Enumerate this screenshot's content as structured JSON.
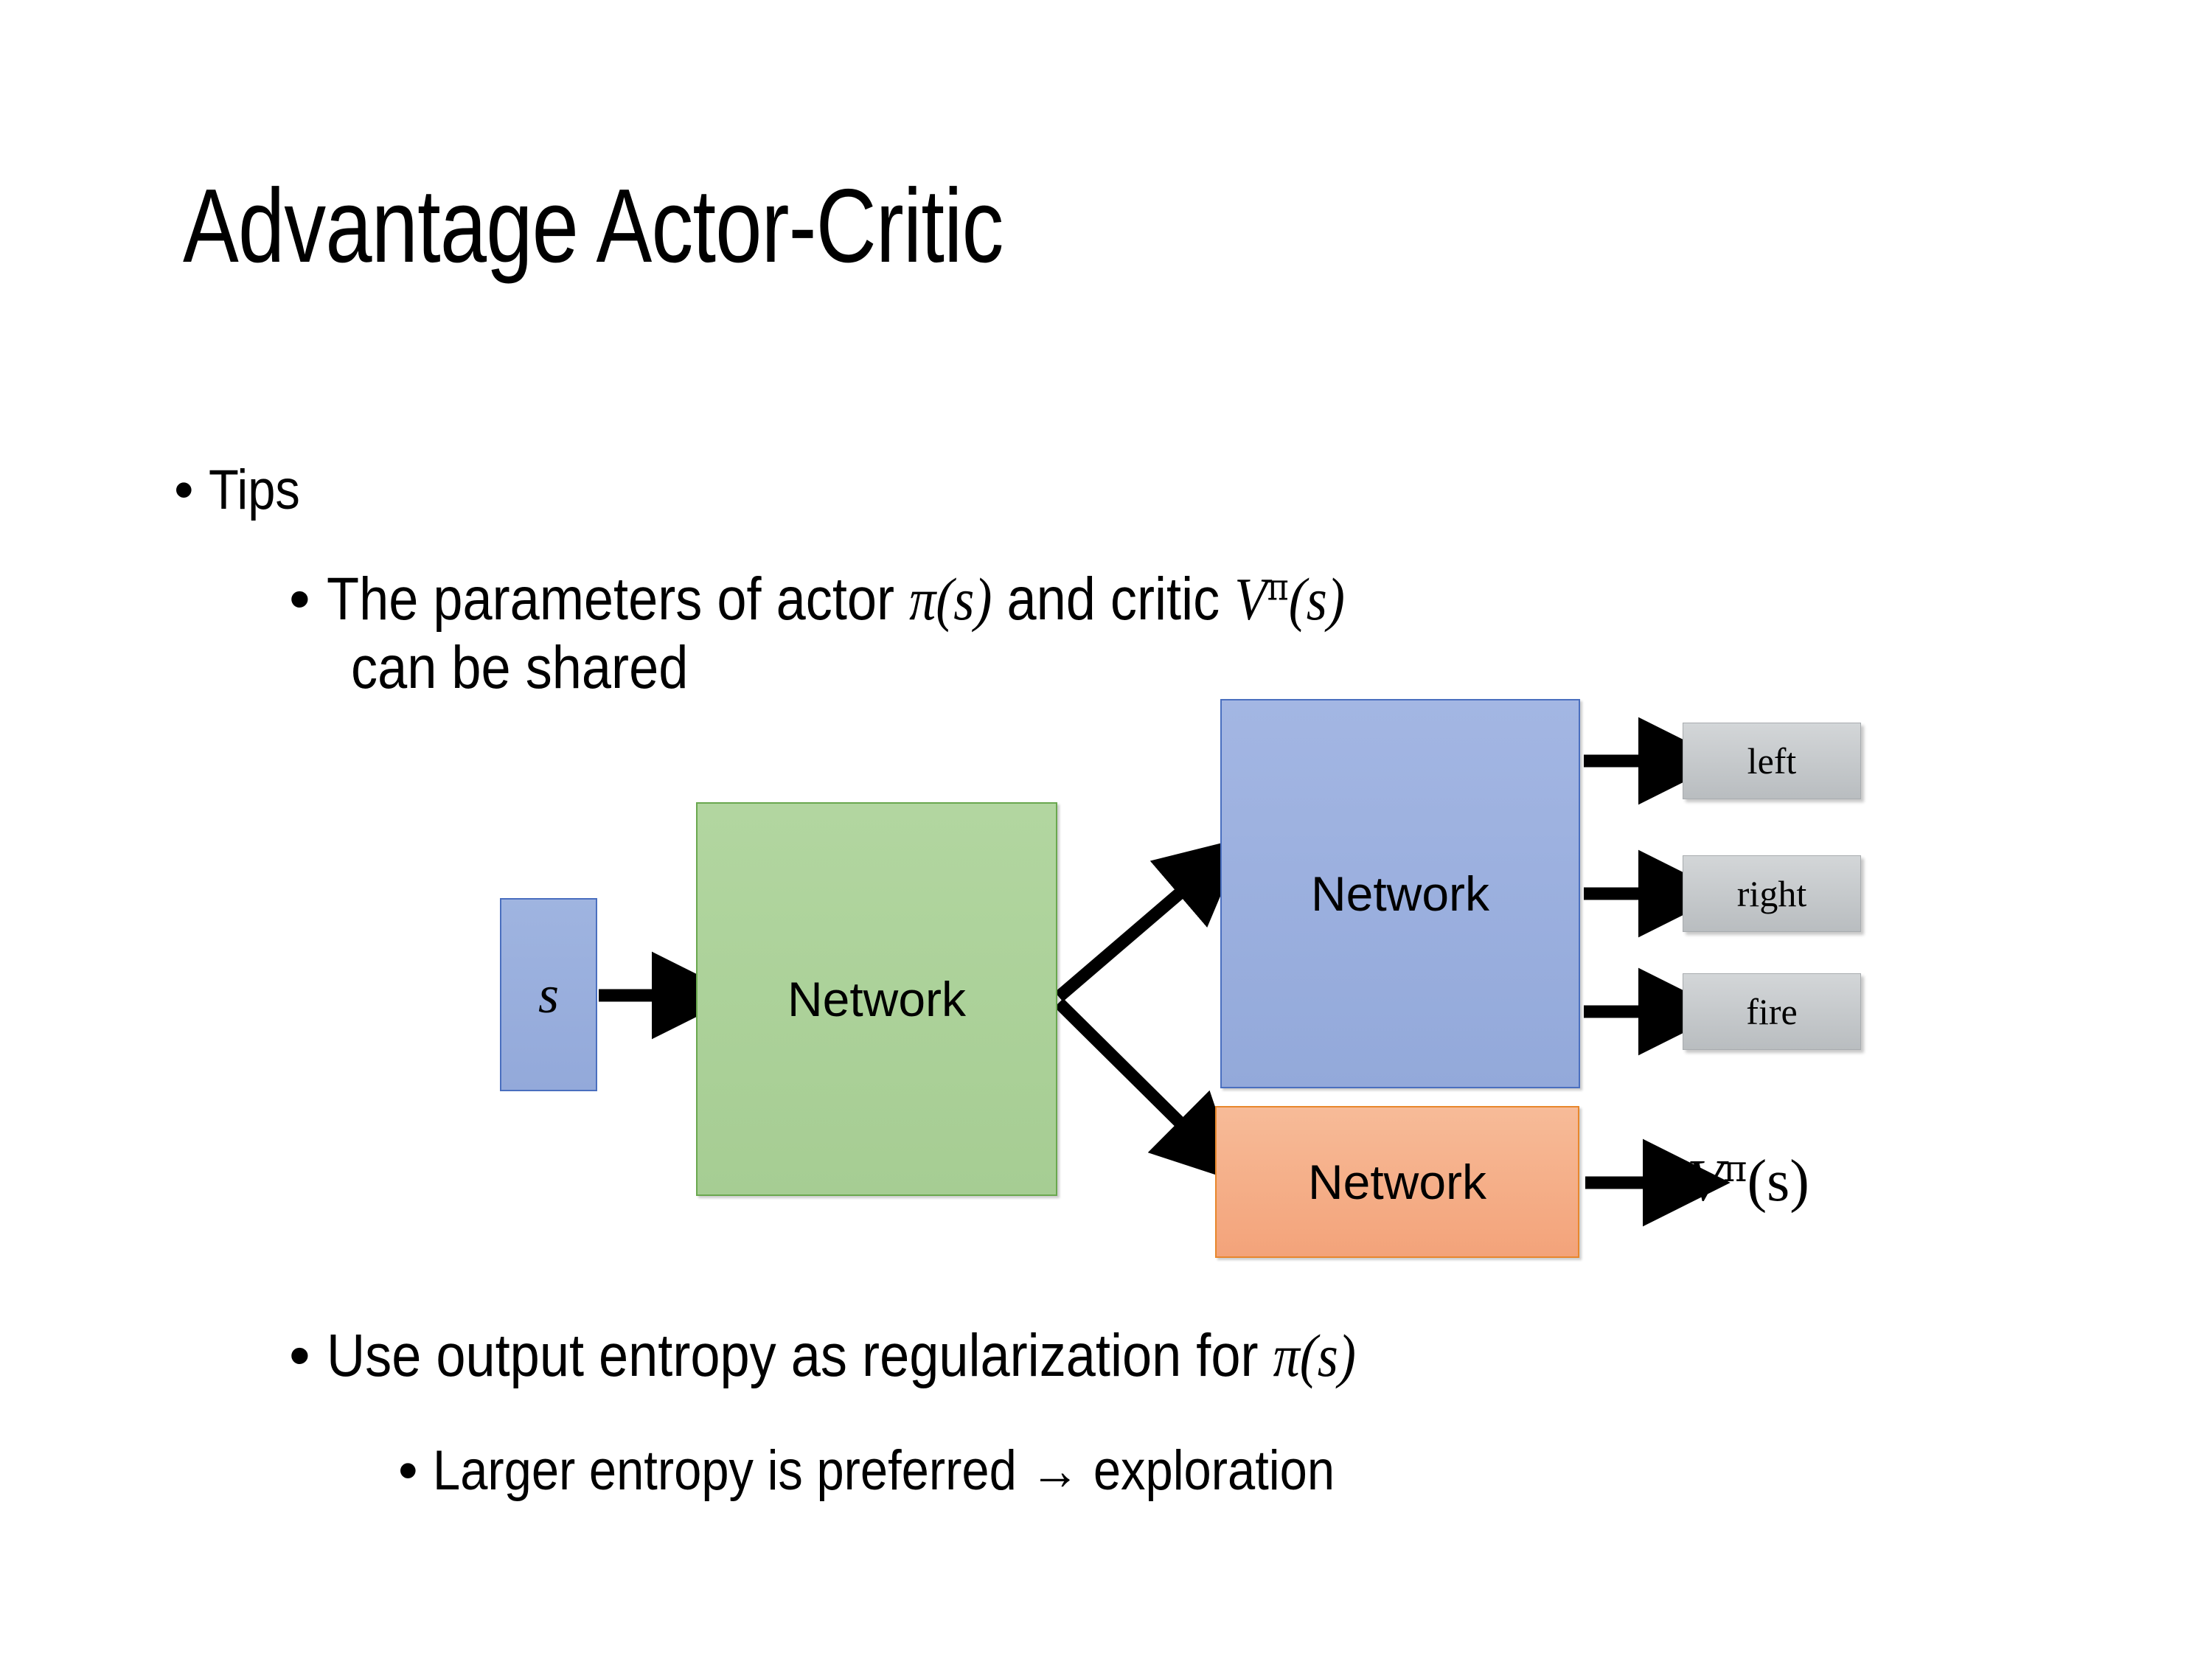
{
  "slide": {
    "title": "Advantage Actor-Critic",
    "bullets": {
      "tips": "Tips",
      "params_prefix": "The parameters of actor ",
      "params_pi": "π",
      "params_pi_arg": "(s)",
      "params_mid": "  and critic ",
      "params_v": "V",
      "params_v_sup": "π",
      "params_v_arg": "(s)",
      "params_line2": "can be shared",
      "entropy_prefix": "Use output entropy as regularization for ",
      "entropy_pi": "π",
      "entropy_pi_arg": "(s)",
      "larger": "Larger entropy is preferred → exploration",
      "marker": "•"
    }
  },
  "diagram": {
    "input_box": {
      "label": "s"
    },
    "shared_network": {
      "label": "Network"
    },
    "actor_network": {
      "label": "Network"
    },
    "critic_network": {
      "label": "Network"
    },
    "actions": [
      {
        "label": "left"
      },
      {
        "label": "right"
      },
      {
        "label": "fire"
      }
    ],
    "value_output": {
      "symbol": "V",
      "superscript": "π",
      "argument": "(s)"
    },
    "colors": {
      "input_fill": "#93a9da",
      "shared_fill": "#a6cd93",
      "shared_border": "#6aa84f",
      "actor_fill": "#93a9da",
      "actor_border": "#4a6fbf",
      "critic_fill": "#f3a37a",
      "critic_border": "#e8872c",
      "action_fill": "#c6cacd",
      "arrow": "#000000",
      "background": "#ffffff"
    }
  }
}
